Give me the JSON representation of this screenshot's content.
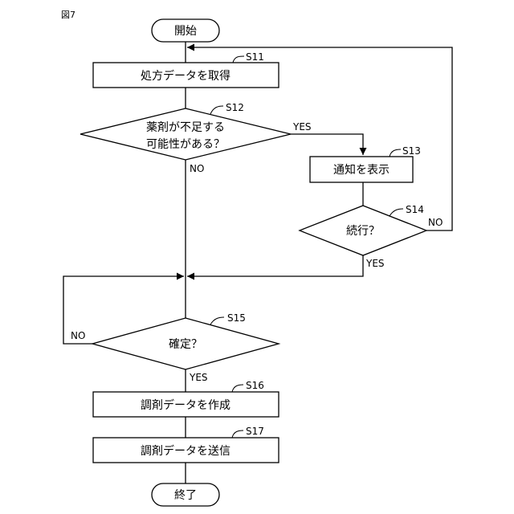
{
  "figure_label": "図7",
  "nodes": {
    "start": "開始",
    "s11": "処方データを取得",
    "s12_line1": "薬剤が不足する",
    "s12_line2": "可能性がある？",
    "s13": "通知を表示",
    "s14": "続行？",
    "s15": "確定？",
    "s16": "調剤データを作成",
    "s17": "調剤データを送信",
    "end": "終了"
  },
  "steps": {
    "s11": "S11",
    "s12": "S12",
    "s13": "S13",
    "s14": "S14",
    "s15": "S15",
    "s16": "S16",
    "s17": "S17"
  },
  "branches": {
    "s12_yes": "YES",
    "s12_no": "NO",
    "s14_yes": "YES",
    "s14_no": "NO",
    "s15_yes": "YES",
    "s15_no": "NO"
  }
}
